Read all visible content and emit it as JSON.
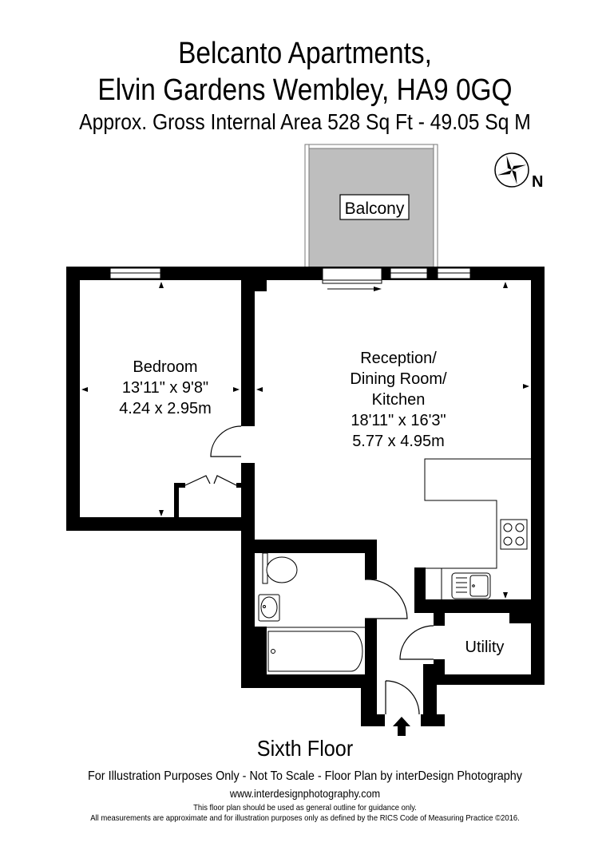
{
  "header": {
    "title_line1": "Belcanto Apartments,",
    "title_line2": "Elvin Gardens Wembley, HA9 0GQ",
    "area_line": "Approx. Gross Internal Area   528 Sq Ft  -  49.05 Sq M"
  },
  "compass": {
    "icon": "compass-rose-icon",
    "label": "N"
  },
  "rooms": [
    {
      "id": "balcony",
      "name": "Balcony",
      "fill": "#bebebe"
    },
    {
      "id": "bedroom",
      "name": "Bedroom",
      "imperial": "13'11\" x 9'8\"",
      "metric": "4.24 x 2.95m"
    },
    {
      "id": "reception",
      "name_lines": [
        "Reception/",
        "Dining Room/",
        "Kitchen"
      ],
      "imperial": "18'11\" x 16'3\"",
      "metric": "5.77 x 4.95m"
    },
    {
      "id": "utility",
      "name": "Utility"
    }
  ],
  "floor_label": "Sixth Floor",
  "footer": {
    "credit": "For Illustration Purposes Only - Not To Scale - Floor Plan by interDesign Photography",
    "website": "www.interdesignphotography.com",
    "disclaimer1": "This floor plan should be used as general outline for guidance only.",
    "disclaimer2": "All measurements are approximate and for illustration purposes only as defined by the RICS Code of Measuring Practice ©2016."
  },
  "colors": {
    "wall": "#000000",
    "balcony": "#bebebe",
    "background": "#ffffff"
  }
}
